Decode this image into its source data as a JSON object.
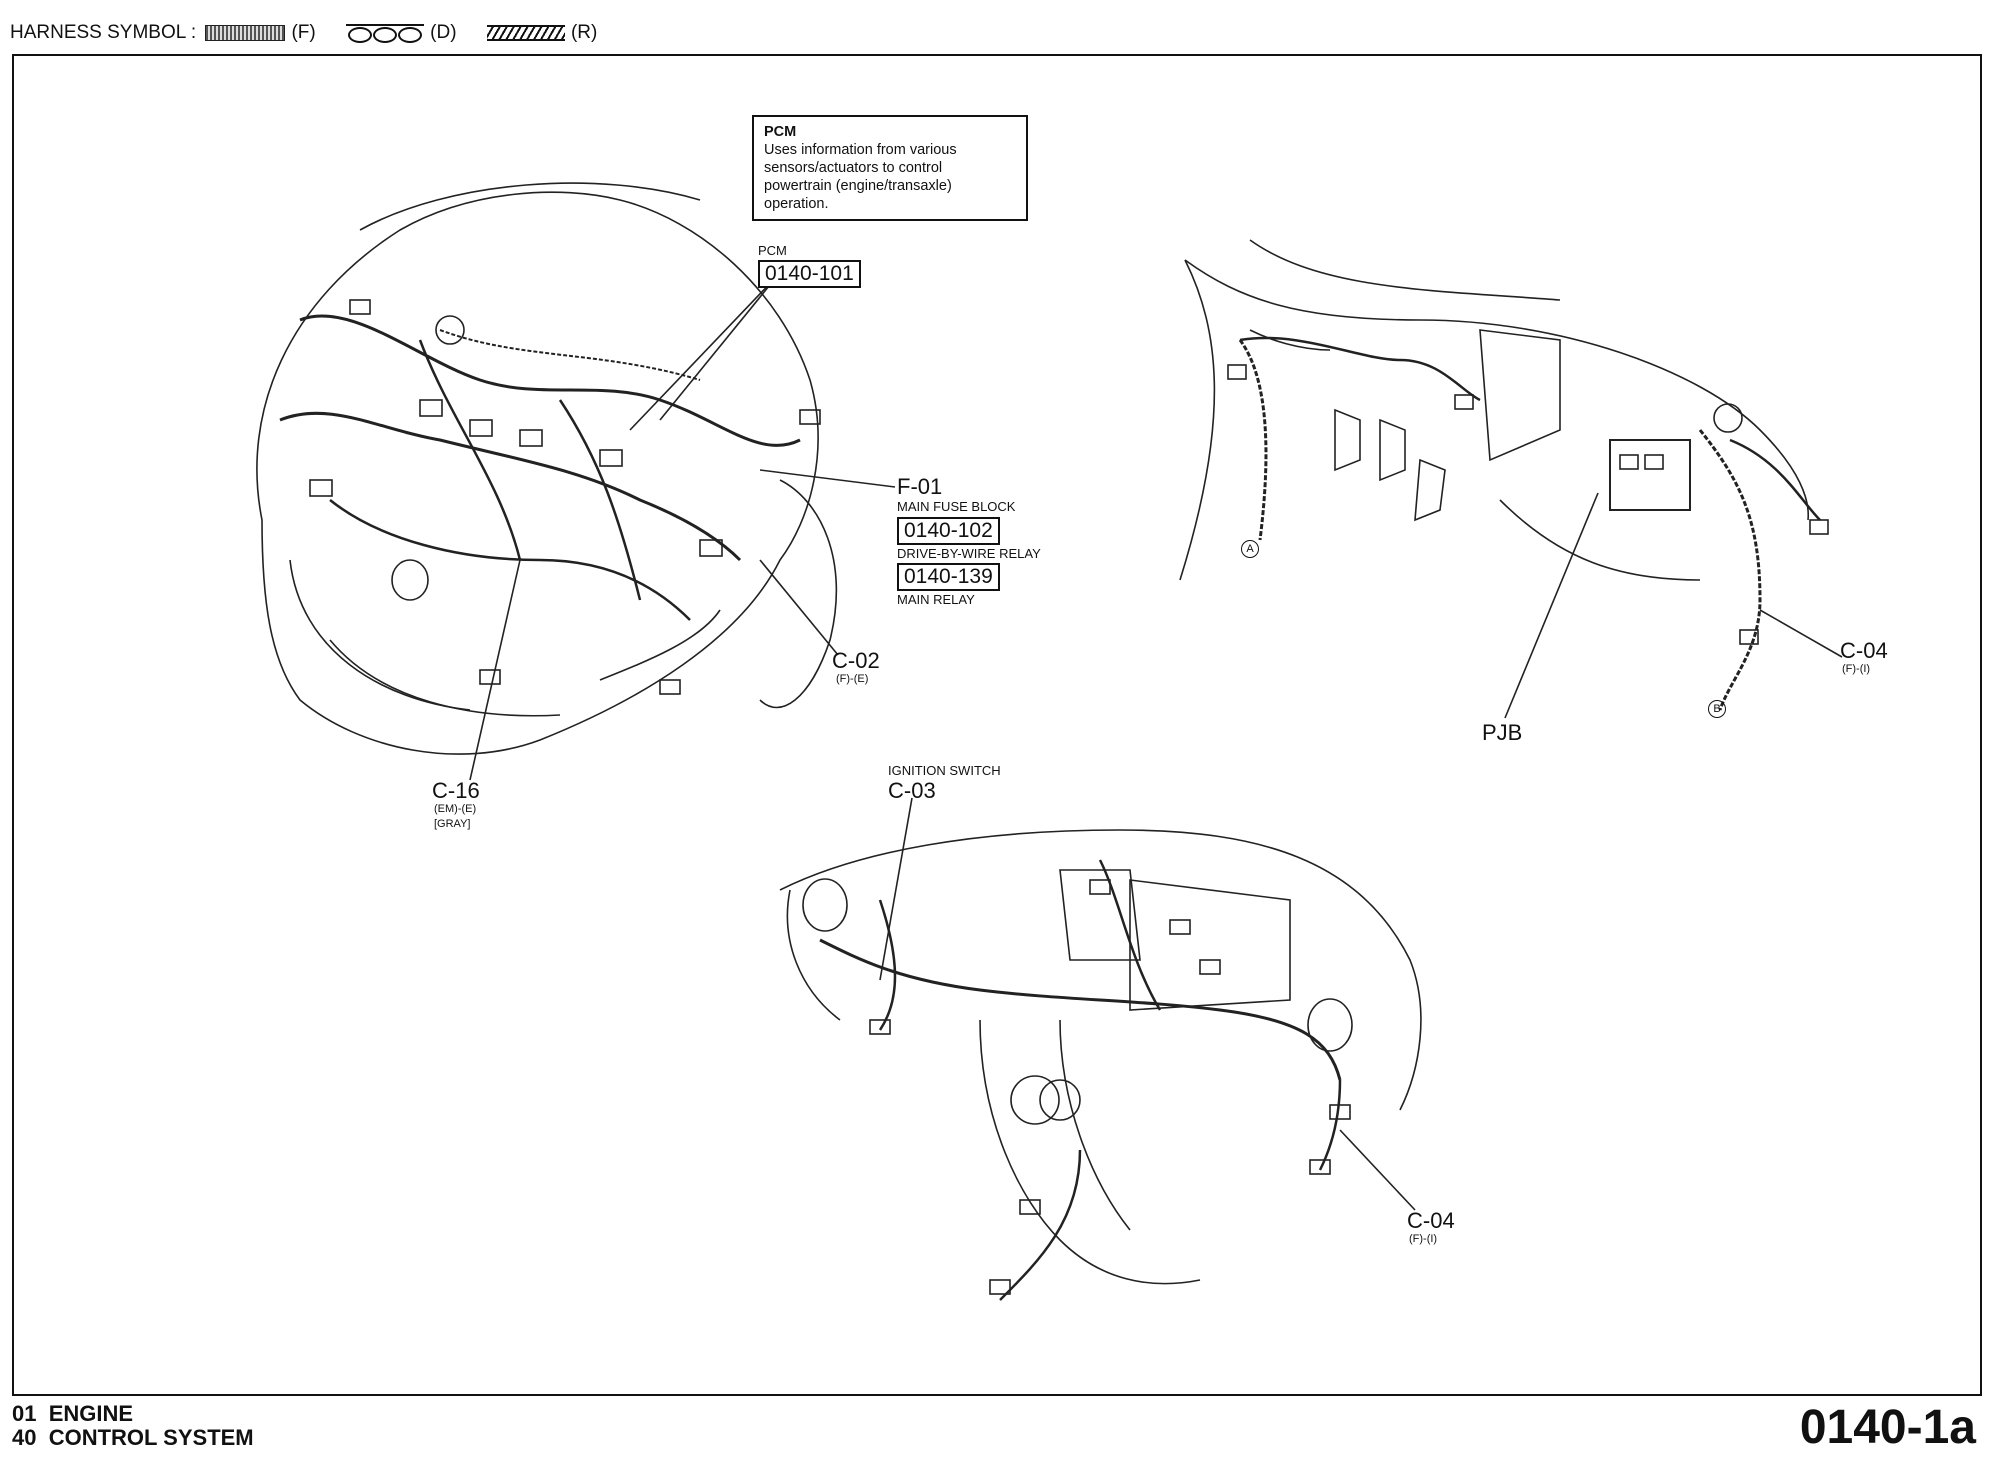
{
  "header": {
    "harness_symbol_label": "HARNESS SYMBOL :",
    "symbols": [
      {
        "code": "(F)"
      },
      {
        "code": "(D)"
      },
      {
        "code": "(R)"
      }
    ]
  },
  "pcm_box": {
    "title": "PCM",
    "lines": [
      "Uses information from various",
      "sensors/actuators to control",
      "powertrain (engine/transaxle)",
      "operation."
    ]
  },
  "labels": {
    "pcm_small": "PCM",
    "pcm_code": "0140-101",
    "f01": "F-01",
    "main_fuse_block": "MAIN FUSE BLOCK",
    "code_102": "0140-102",
    "drive_by_wire": "DRIVE-BY-WIRE RELAY",
    "code_139": "0140-139",
    "main_relay": "MAIN RELAY",
    "c02": "C-02",
    "c02_sub": "(F)-(E)",
    "c16": "C-16",
    "c16_sub1": "(EM)-(E)",
    "c16_sub2": "[GRAY]",
    "ignition_switch": "IGNITION SWITCH",
    "c03": "C-03",
    "c04_top": "C-04",
    "c04_top_sub": "(F)-(I)",
    "pjb": "PJB",
    "c04_bottom": "C-04",
    "c04_bottom_sub": "(F)-(I)",
    "marker_a": "A",
    "marker_b": "B"
  },
  "footer": {
    "line1": "01  ENGINE",
    "line2": "40  CONTROL SYSTEM",
    "page_number": "0140-1a"
  }
}
